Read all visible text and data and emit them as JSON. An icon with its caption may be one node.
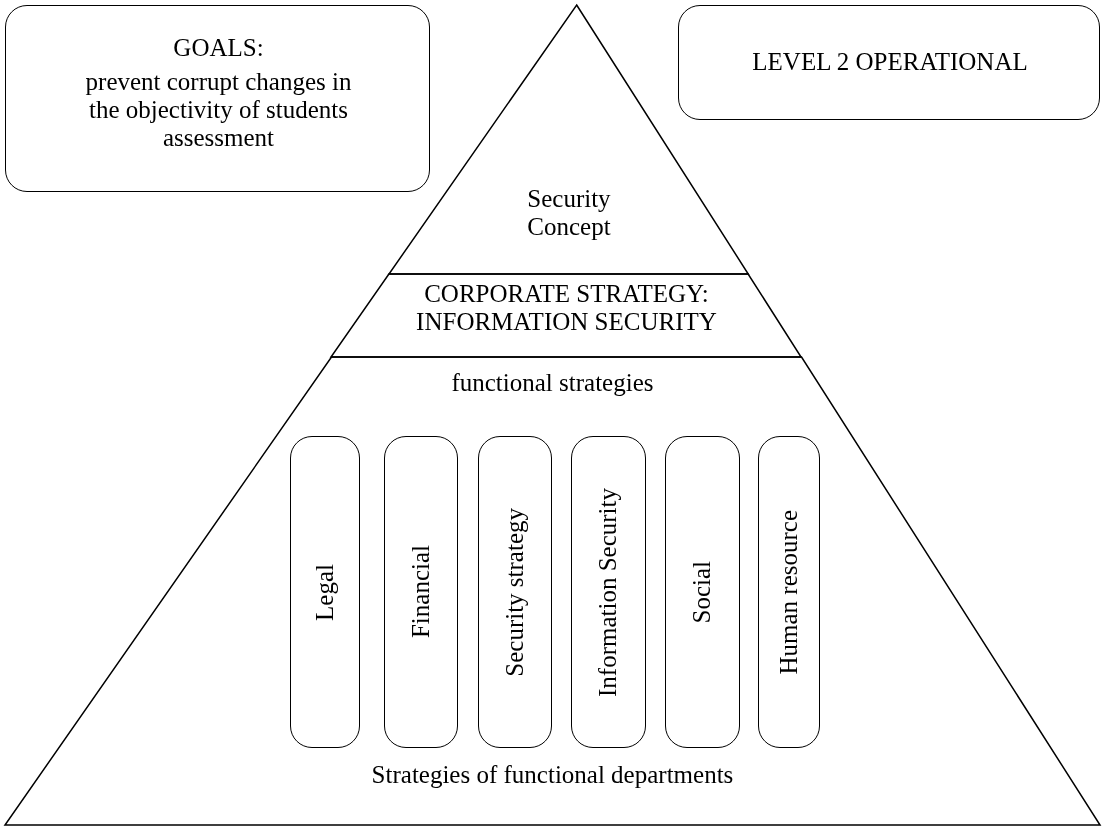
{
  "diagram": {
    "nodes": [
      {
        "text": [
          "GOALS:",
          "prevent corrupt changes in the objectivity of students assessment"
        ]
      },
      {
        "text": [
          "LEVEL 2 OPERATIONAL"
        ]
      },
      {
        "text": [
          "Security Concept"
        ]
      },
      {
        "text": [
          "CORPORATE STRATEGY: INFORMATION SECURITY"
        ]
      },
      {
        "text": [
          "functional strategies",
          "Strategies of functional departments"
        ]
      },
      {
        "text": [
          "Legal"
        ],
        "in": 4
      },
      {
        "text": [
          "Financial"
        ],
        "in": 4
      },
      {
        "text": [
          "Security strategy"
        ],
        "in": 4
      },
      {
        "text": [
          "Information Security"
        ],
        "in": 4
      },
      {
        "text": [
          "Social"
        ],
        "in": 4
      },
      {
        "text": [
          "Human resource"
        ],
        "in": 4
      }
    ],
    "edges": []
  }
}
